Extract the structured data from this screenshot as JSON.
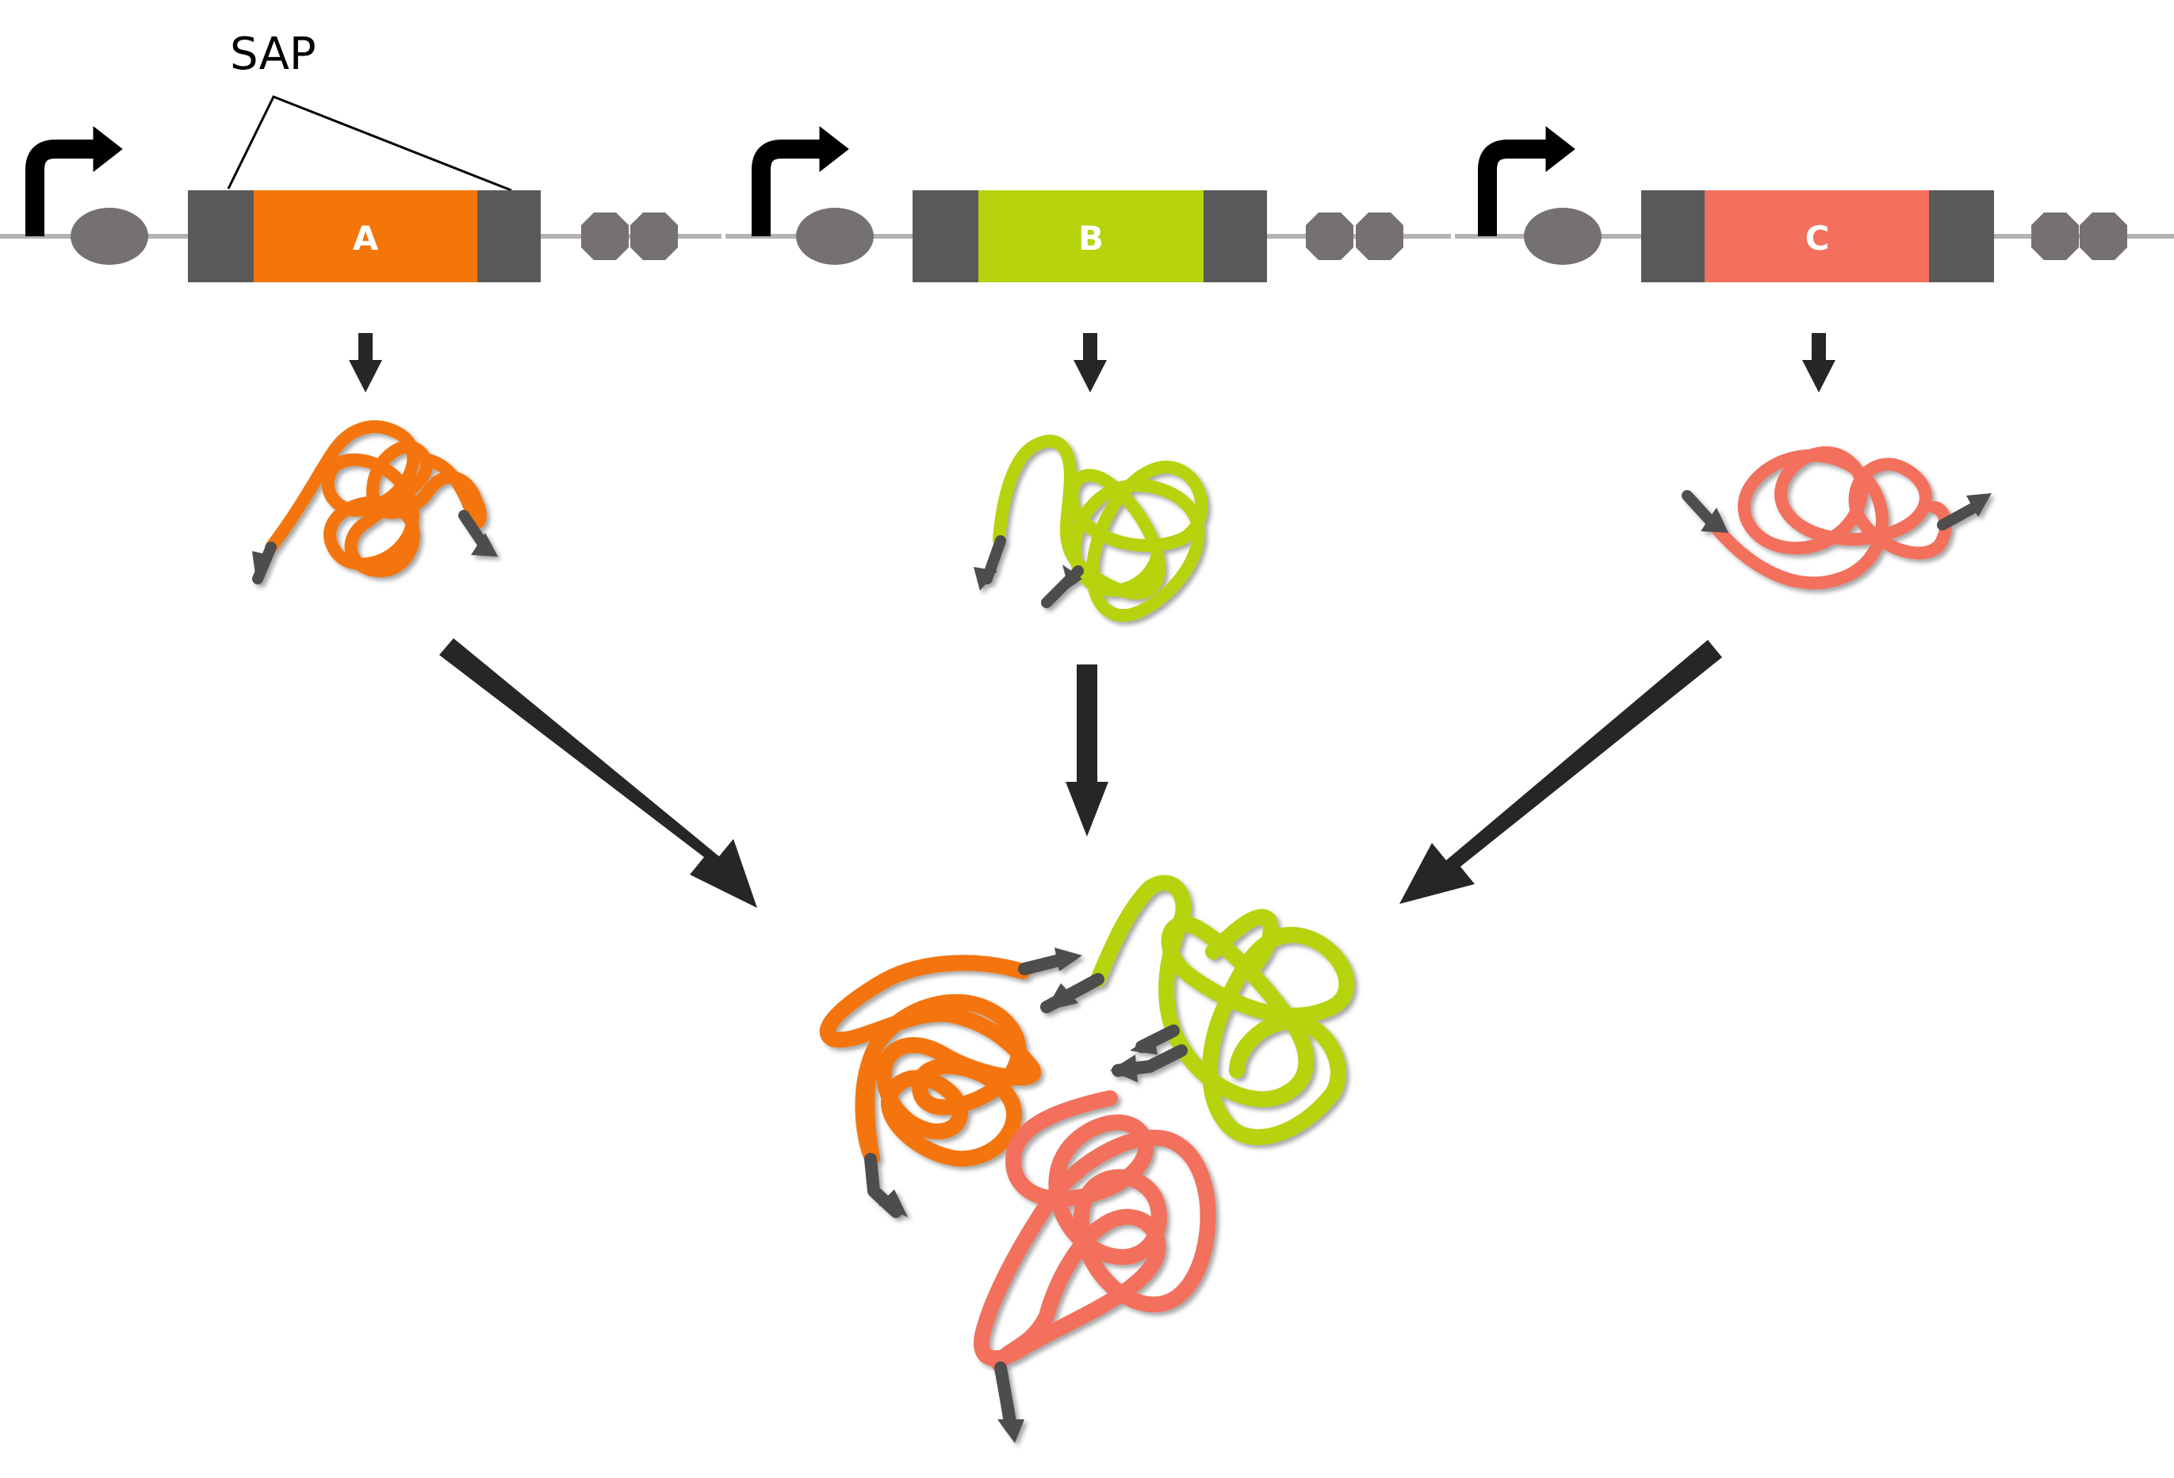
{
  "annotation": {
    "sap_label": "SAP"
  },
  "constructs": [
    {
      "id": "A",
      "label": "A",
      "color": "#f47508"
    },
    {
      "id": "B",
      "label": "B",
      "color": "#b6d30d"
    },
    {
      "id": "C",
      "label": "C",
      "color": "#f2705c"
    }
  ],
  "colors": {
    "dna_line": "#b3b3b3",
    "promoter_arrow": "#000000",
    "rbs": "#767171",
    "sap_block": "#595959",
    "terminator": "#767171",
    "process_arrow": "#262626",
    "peptide_tag": "#4d4d4d"
  },
  "icons": {
    "promoter": "bent-arrow-icon",
    "rbs": "ellipse-icon",
    "terminator": "octagon-icon"
  }
}
